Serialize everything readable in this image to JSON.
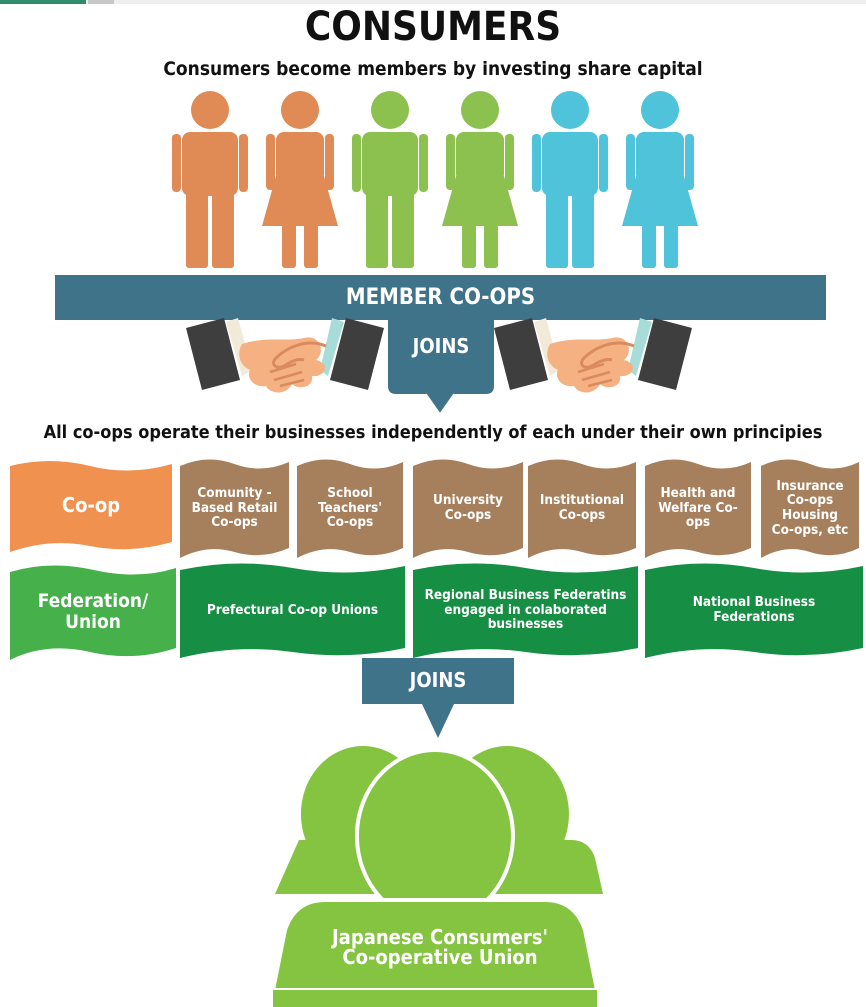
{
  "header": {
    "title": "CONSUMERS",
    "subtitle": "Consumers become members by investing share capital"
  },
  "consumers": {
    "figures": [
      {
        "kind": "male-figure-icon",
        "color": "#e08a55"
      },
      {
        "kind": "female-figure-icon",
        "color": "#e08a55"
      },
      {
        "kind": "male-figure-icon",
        "color": "#8cc04f"
      },
      {
        "kind": "female-figure-icon",
        "color": "#8cc04f"
      },
      {
        "kind": "male-figure-icon",
        "color": "#4fc3d9"
      },
      {
        "kind": "female-figure-icon",
        "color": "#4fc3d9"
      }
    ]
  },
  "member_coops": {
    "label": "MEMBER CO-OPS",
    "color": "#3f7389"
  },
  "joins_top": {
    "label": "JOINS",
    "color": "#3f7389"
  },
  "handshake_icons": [
    "handshake-icon",
    "handshake-icon"
  ],
  "principles_text": "All co-ops operate their businesses independently of each under their own principies",
  "row_labels": {
    "coop": "Co-op",
    "federation": "Federation/ Union"
  },
  "coop_types": [
    "Comunity - Based Retail Co-ops",
    "School Teachers' Co-ops",
    "University Co-ops",
    "Institutional Co-ops",
    "Health and Welfare Co-ops",
    "Insurance Co-ops Housing Co-ops, etc"
  ],
  "federations": [
    "Prefectural Co-op Unions",
    "Regional Business Federatins engaged in colaborated businesses",
    "National Business Federations"
  ],
  "colors": {
    "orange": "#f0914f",
    "brown": "#a6805c",
    "green_label": "#46b04a",
    "green_dark": "#168e44",
    "lime": "#84c441"
  },
  "joins_bottom": {
    "label": "JOINS",
    "color": "#3f7389"
  },
  "union": {
    "label": "Japanese Consumers' Co-operative Union",
    "icon": "group-people-icon"
  }
}
